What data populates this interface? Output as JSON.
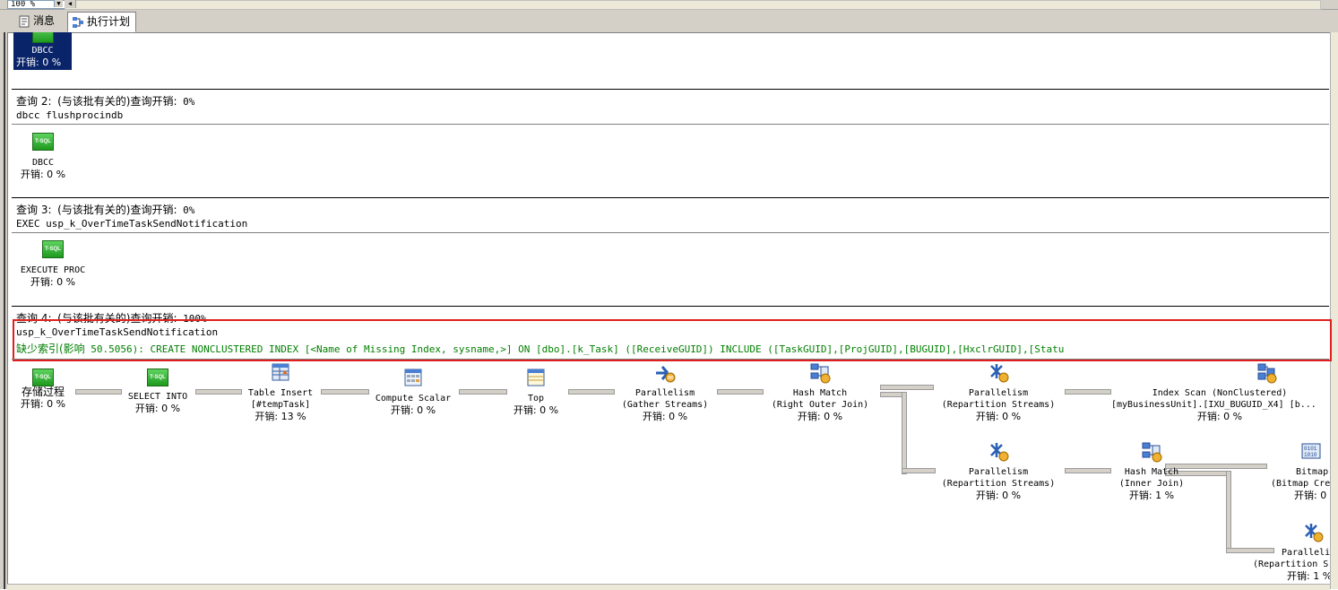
{
  "toolbar": {
    "zoom": "100 %"
  },
  "tabs": [
    {
      "label": "消息"
    },
    {
      "label": "执行计划"
    }
  ],
  "query1": {
    "node": {
      "label": "DBCC",
      "cost": "开销: 0 %"
    }
  },
  "query2": {
    "header_prefix": "查询 2:",
    "header_cn": "(与该批有关的)查询开销:",
    "header_pct": "0%",
    "sql": "dbcc flushprocindb",
    "node": {
      "icon_text": "T-SQL",
      "label": "DBCC",
      "cost": "开销: 0 %"
    }
  },
  "query3": {
    "header_prefix": "查询 3:",
    "header_cn": "(与该批有关的)查询开销:",
    "header_pct": "0%",
    "sql": "EXEC usp_k_OverTimeTaskSendNotification",
    "node": {
      "icon_text": "T-SQL",
      "label": "EXECUTE PROC",
      "cost": "开销: 0 %"
    }
  },
  "query4": {
    "header_prefix": "查询 4:",
    "header_cn": "(与该批有关的)查询开销:",
    "header_pct": "100%",
    "sql": "usp_k_OverTimeTaskSendNotification",
    "missing_cn": "缺少索引(影响",
    "missing_rest": " 50.5056): CREATE NONCLUSTERED INDEX [<Name of Missing Index, sysname,>] ON [dbo].[k_Task] ([ReceiveGUID]) INCLUDE ([TaskGUID],[ProjGUID],[BUGUID],[HxclrGUID],[Statu",
    "nodes": {
      "proc": {
        "icon_text": "T-SQL",
        "label": "存储过程",
        "cost": "开销: 0 %"
      },
      "select_into": {
        "icon_text": "T-SQL",
        "label": "SELECT INTO",
        "cost": "开销: 0 %"
      },
      "table_insert": {
        "label": "Table Insert",
        "sub": "[#tempTask]",
        "cost": "开销: 13 %"
      },
      "compute_scalar": {
        "label": "Compute Scalar",
        "cost": "开销: 0 %"
      },
      "top": {
        "label": "Top",
        "cost": "开销: 0 %"
      },
      "parallelism_gather": {
        "label": "Parallelism",
        "sub": "(Gather Streams)",
        "cost": "开销: 0 %"
      },
      "hash_match_outer": {
        "label": "Hash Match",
        "sub": "(Right Outer Join)",
        "cost": "开销: 0 %"
      },
      "parallelism_repart1": {
        "label": "Parallelism",
        "sub": "(Repartition Streams)",
        "cost": "开销: 0 %"
      },
      "index_scan": {
        "label": "Index Scan (NonClustered)",
        "sub": "[myBusinessUnit].[IXU_BUGUID_X4] [b...",
        "cost": "开销: 0 %"
      },
      "parallelism_repart2": {
        "label": "Parallelism",
        "sub": "(Repartition Streams)",
        "cost": "开销: 0 %"
      },
      "hash_match_inner": {
        "label": "Hash Match",
        "sub": "(Inner Join)",
        "cost": "开销: 1 %"
      },
      "bitmap": {
        "label": "Bitmap",
        "sub": "(Bitmap Cre",
        "cost": "开销: 0"
      },
      "parallelism_repart3": {
        "label": "Paralleli",
        "sub": "(Repartition S",
        "cost": "开销: 1 %"
      }
    }
  }
}
